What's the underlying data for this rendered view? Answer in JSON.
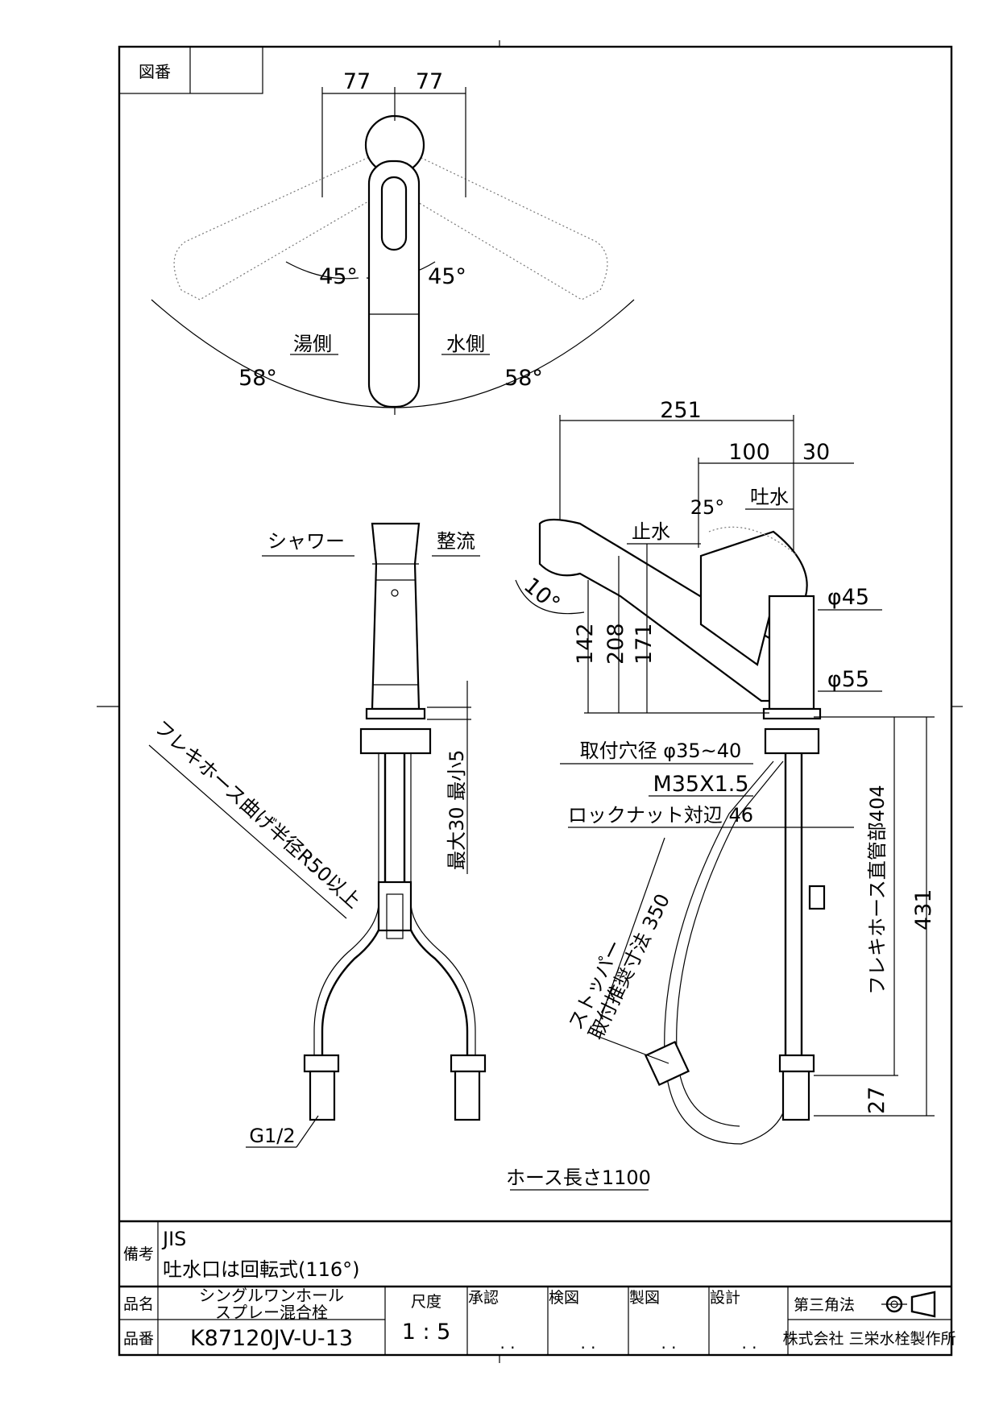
{
  "drawing_number_label": "図番",
  "drawing_number_value": "",
  "top_view": {
    "dim_left": "77",
    "dim_right": "77",
    "angle_left": "45°",
    "angle_right": "45°",
    "hot_side": "湯側",
    "cold_side": "水側",
    "arc_left": "58°",
    "arc_right": "58°"
  },
  "front_view": {
    "shower_label": "シャワー",
    "stream_label": "整流",
    "hose_bend_note": "フレキホース曲げ半径R50以上",
    "max_min_note": "最大30 最小5",
    "inlet_thread": "G1/2"
  },
  "side_view": {
    "dim_251": "251",
    "dim_100": "100",
    "dim_30": "30",
    "spout_angle": "25°",
    "outlet_label": "吐水",
    "stop_label": "止水",
    "tilt_angle": "10°",
    "dim_142": "142",
    "dim_208": "208",
    "dim_171": "171",
    "dia_45": "φ45",
    "dia_55": "φ55",
    "mount_hole": "取付穴径 φ35~40",
    "thread_spec": "M35X1.5",
    "locknut": "ロックナット対辺 46",
    "stopper_note_1": "ストッパー",
    "stopper_note_2": "取付推奨寸法 350",
    "flex_note": "フレキホース直管部404",
    "dim_431": "431",
    "dim_27": "27",
    "hose_length": "ホース長さ1100"
  },
  "title_block": {
    "remarks_label": "備考",
    "remarks_line1": "JIS",
    "remarks_line2": "吐水口は回転式(116°)",
    "product_name_label": "品名",
    "product_name_line1": "シングルワンホール",
    "product_name_line2": "スプレー混合栓",
    "scale_label": "尺度",
    "scale_value": "1 : 5",
    "approval_label": "承認",
    "check_label": "検図",
    "drafting_label": "製図",
    "design_label": "設計",
    "projection_label": "第三角法",
    "product_number_label": "品番",
    "product_number_value": "K87120JV-U-13",
    "company": "株式会社 三栄水栓製作所",
    "date_placeholder": ". ."
  }
}
